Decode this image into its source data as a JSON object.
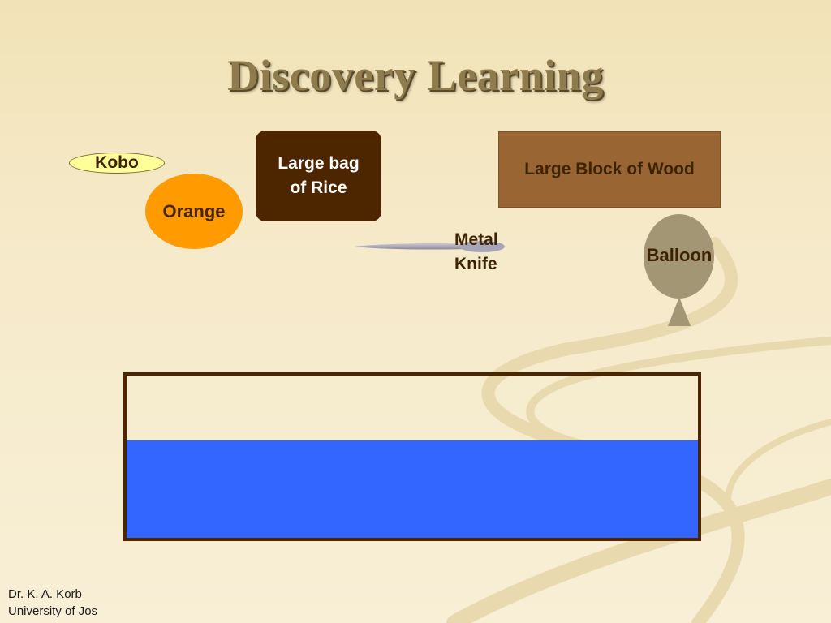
{
  "slide": {
    "title": "Discovery Learning",
    "objects": {
      "kobo": "Kobo",
      "orange": "Orange",
      "rice_line1": "Large bag",
      "rice_line2": "of Rice",
      "knife_line1": "Metal",
      "knife_line2": "Knife",
      "wood": "Large Block of Wood",
      "balloon": "Balloon"
    },
    "tank": {
      "water_level": 0.6
    },
    "footer": {
      "author": "Dr. K. A. Korb",
      "institution": "University of Jos"
    }
  },
  "colors": {
    "background": "#f5e9c8",
    "kobo": "#ffff99",
    "orange": "#ff9a00",
    "rice": "#4d2600",
    "wood": "#996633",
    "balloon": "#a39674",
    "water": "#3366ff",
    "tank_border": "#4d2600"
  },
  "icons": {
    "knife": "knife-icon",
    "background": "swirl-decoration"
  }
}
